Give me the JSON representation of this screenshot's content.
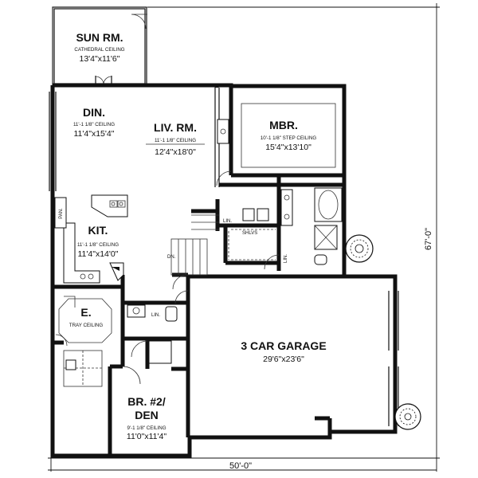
{
  "rooms": {
    "sun_room": {
      "name": "SUN RM.",
      "ceiling": "CATHEDRAL CEILING",
      "size": "13'4\"x11'6\""
    },
    "dining": {
      "name": "DIN.",
      "ceiling": "11'-1 1/8\" CEILING",
      "size": "11'4\"x15'4\""
    },
    "living": {
      "name": "LIV. RM.",
      "ceiling": "11'-1 1/8\" CEILING",
      "size": "12'4\"x18'0\""
    },
    "master": {
      "name": "MBR.",
      "ceiling": "10'-1 1/8\" STEP CEILING",
      "size": "15'4\"x13'10\""
    },
    "kitchen": {
      "name": "KIT.",
      "ceiling": "11'-1 1/8\" CEILING",
      "size": "11'4\"x14'0\""
    },
    "entry": {
      "name": "E.",
      "ceiling": "TRAY CEILING"
    },
    "garage": {
      "name": "3 CAR GARAGE",
      "size": "29'6\"x23'6\""
    },
    "bedroom2": {
      "name": "BR. #2/",
      "name2": "DEN",
      "ceiling": "9'-1 1/8\" CEILING",
      "size": "11'0\"x11'4\""
    }
  },
  "labels": {
    "pantry": "PAN.",
    "linen_1": "LIN.",
    "linen_2": "LIN.",
    "linen_3": "LIN.",
    "shelves": "SHLVS",
    "down": "DN."
  },
  "dimensions": {
    "width": "50'-0\"",
    "depth": "67'-0\""
  }
}
